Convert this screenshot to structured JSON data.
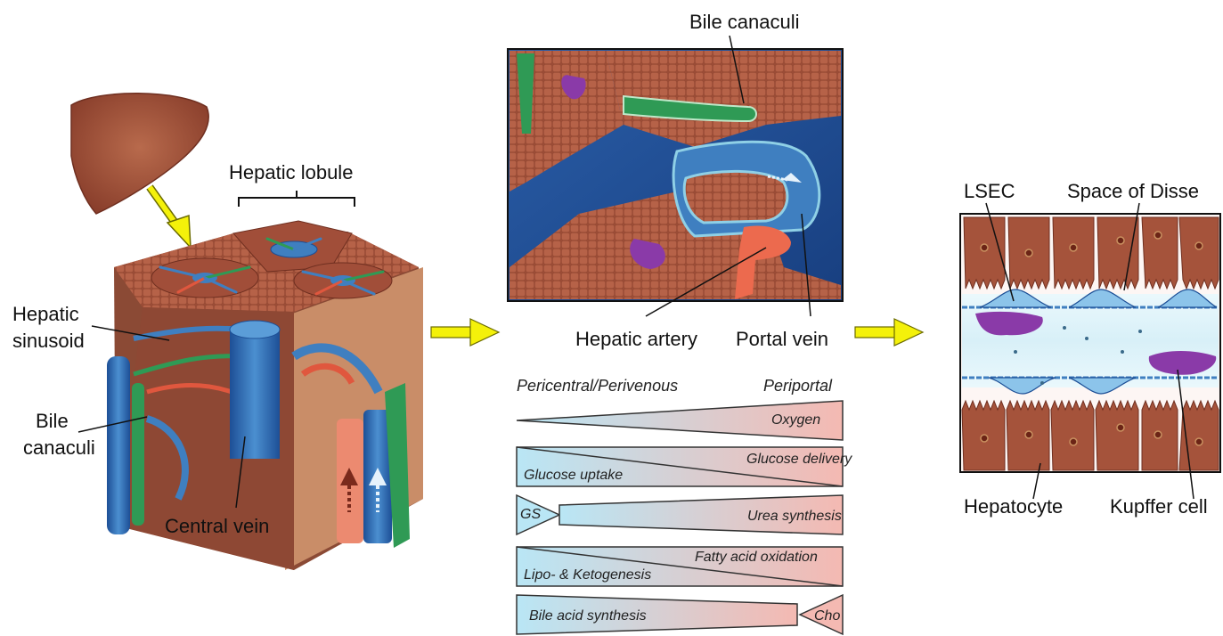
{
  "left_panel": {
    "hepatic_lobule": "Hepatic lobule",
    "hepatic_sinusoid": [
      "Hepatic",
      "sinusoid"
    ],
    "bile_canaculi": [
      "Bile",
      "canaculi"
    ],
    "central_vein": "Central vein"
  },
  "middle_panel": {
    "bile_canaculi": "Bile canaculi",
    "hepatic_artery": "Hepatic artery",
    "portal_vein": "Portal vein"
  },
  "zonation": {
    "left_header": "Pericentral/Perivenous",
    "right_header": "Periportal",
    "rows": [
      {
        "left": "",
        "right": "Oxygen"
      },
      {
        "left": "Glucose uptake",
        "right": "Glucose delivery"
      },
      {
        "left": "GS",
        "right": "Urea synthesis"
      },
      {
        "left": "Lipo- & Ketogenesis",
        "right": "Fatty acid oxidation"
      },
      {
        "left": "Bile acid synthesis",
        "right": "Cho"
      }
    ]
  },
  "right_panel": {
    "lsec": "LSEC",
    "space_of_disse": "Space of Disse",
    "hepatocyte": "Hepatocyte",
    "kupffer_cell": "Kupffer cell"
  },
  "colors": {
    "liver": "#a0523a",
    "vein_blue": "#3f7fc0",
    "bile_green": "#2f9a55",
    "artery_red": "#e0573e",
    "arrow_yellow": "#f4f10a",
    "grad_blue": "#b9e6f5",
    "grad_red": "#f4b9b2"
  }
}
